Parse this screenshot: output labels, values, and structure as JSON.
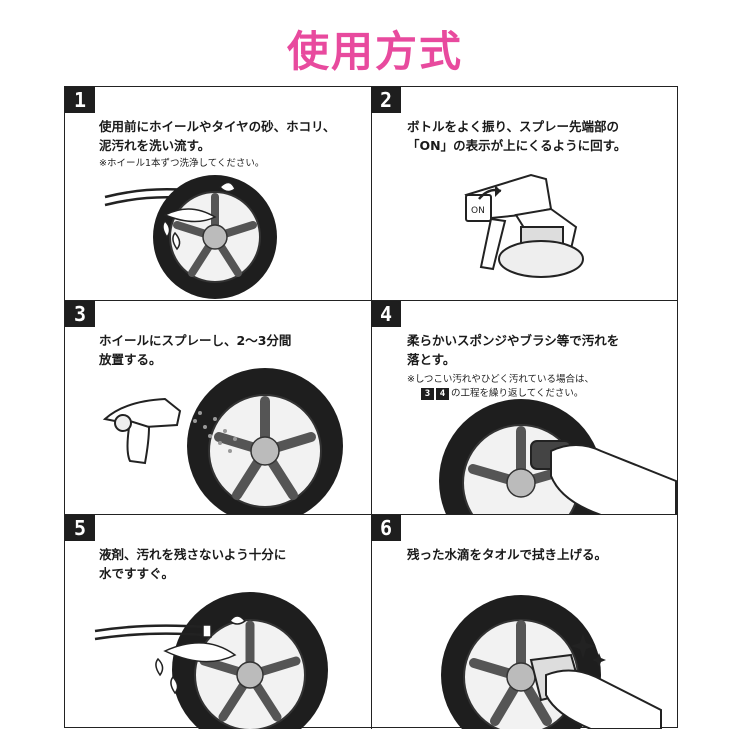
{
  "title": "使用方式",
  "colors": {
    "title": "#e84a9e",
    "border": "#222222",
    "tire": "#1e1e1e"
  },
  "steps": [
    {
      "num": "1",
      "text": "使用前にホイールやタイヤの砂、ホコリ、\n泥汚れを洗い流す。",
      "note": "※ホイール1本ずつ洗浄してください。",
      "icons": [
        "hose-icon",
        "tire-icon",
        "water-splash-icon"
      ]
    },
    {
      "num": "2",
      "text": "ボトルをよく振り、スプレー先端部の\n「ON」の表示が上にくるように回す。",
      "note": "",
      "icons": [
        "spray-bottle-icon",
        "rotate-arrow-icon"
      ]
    },
    {
      "num": "3",
      "text": "ホイールにスプレーし、2～3分間\n放置する。",
      "note": "",
      "icons": [
        "spray-bottle-icon",
        "tire-icon",
        "spray-mist-icon"
      ]
    },
    {
      "num": "4",
      "text": "柔らかいスポンジやブラシ等で汚れを\n落とす。",
      "note": "※しつこい汚れやひどく汚れている場合は、",
      "note2": "の工程を繰り返してください。",
      "ref_a": "3",
      "ref_b": "4",
      "icons": [
        "tire-icon",
        "hand-sponge-icon"
      ]
    },
    {
      "num": "5",
      "text": "液剤、汚れを残さないよう十分に\n水ですすぐ。",
      "note": "",
      "icons": [
        "hose-icon",
        "tire-icon",
        "water-splash-icon"
      ]
    },
    {
      "num": "6",
      "text": "残った水滴をタオルで拭き上げる。",
      "note": "",
      "icons": [
        "tire-icon",
        "hand-towel-icon",
        "sparkle-icon"
      ]
    }
  ]
}
